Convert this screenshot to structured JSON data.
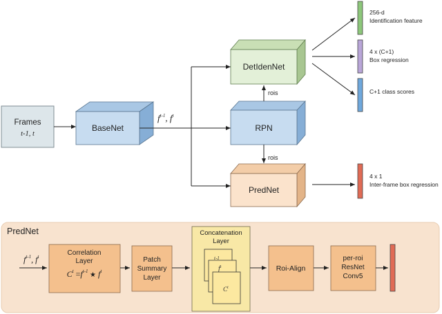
{
  "frames": {
    "title": "Frames",
    "subtitle": "t-1, t"
  },
  "basenet": {
    "label": "BaseNet"
  },
  "feature": {
    "f": "f",
    "sup_prev": "t-1",
    "sep": ", ",
    "sup_cur": "t"
  },
  "detidennet": {
    "label": "DetIdenNet"
  },
  "rpn": {
    "label": "RPN"
  },
  "prednet": {
    "label": "PredNet"
  },
  "rois_upper": "rois",
  "rois_lower": "rois",
  "outputs": {
    "identification": {
      "line1": "256-d",
      "line2": "Identification feature",
      "color": "#8dc77b"
    },
    "box_reg": {
      "line1": "4 x (C+1)",
      "line2": "Box regression",
      "color": "#b9a6d8"
    },
    "class_scores": {
      "line1": "C+1 class scores",
      "color": "#6fa8dc"
    },
    "inter_frame": {
      "line1": "4 x 1",
      "line2": "Inter-frame box regression",
      "color": "#e06b55"
    }
  },
  "detail": {
    "title": "PredNet",
    "input": {
      "f": "f",
      "sup_prev": "t-1",
      "sep": ", ",
      "sup_cur": "t"
    },
    "correlation": {
      "line1": "Correlation",
      "line2": "Layer",
      "C": "C",
      "eq": "=",
      "f": "f",
      "star": "★"
    },
    "patch_summary": {
      "line1": "Patch",
      "line2": "Summary",
      "line3": "Layer"
    },
    "concatenation": {
      "line1": "Concatenation",
      "line2": "Layer"
    },
    "roi_align": {
      "label": "Roi-Align"
    },
    "resnet": {
      "line1": "per-roi",
      "line2": "ResNet",
      "line3": "Conv5"
    },
    "output_color": "#e06b55"
  },
  "colors": {
    "green_front": "#e3f0d8",
    "green_top": "#c9dfb5",
    "green_side": "#a8c691",
    "blue_front": "#c7dcf0",
    "blue_top": "#a9c7e4",
    "blue_side": "#86aed6",
    "peach_front": "#fbe3cc",
    "peach_top": "#f3cda8",
    "peach_side": "#e3b488",
    "panel_bg": "#f8e3cf",
    "box_orange": "#f4c08d",
    "concat_bg": "#f8e8a6",
    "concat_card": "#fce8a0",
    "frames_bg": "#dde6ea"
  }
}
